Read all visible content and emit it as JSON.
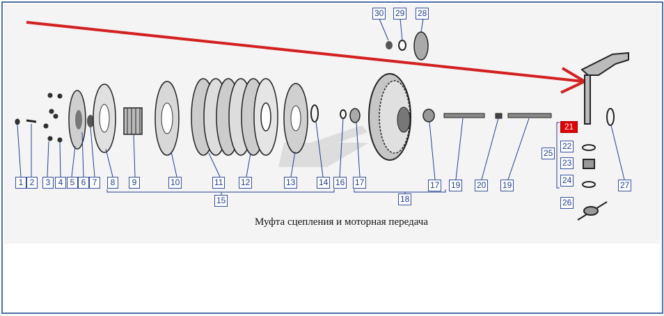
{
  "caption": "Муфта сцепления и моторная передача",
  "colors": {
    "frame": "#4b6fa8",
    "label_border": "#2f4f9f",
    "highlight": "#e00000",
    "arrow": "#d42020",
    "background": "#f4f4f4"
  },
  "active_label": "21",
  "labels": {
    "l1": "1",
    "l2": "2",
    "l3": "3",
    "l4": "4",
    "l5": "5",
    "l6": "6",
    "l7": "7",
    "l8": "8",
    "l9": "9",
    "l10": "10",
    "l11": "11",
    "l12": "12",
    "l13": "13",
    "l14": "14",
    "l15": "15",
    "l16": "16",
    "l17a": "17",
    "l17b": "17",
    "l18": "18",
    "l19a": "19",
    "l19b": "19",
    "l20": "20",
    "l21": "21",
    "l22": "22",
    "l23": "23",
    "l24": "24",
    "l25": "25",
    "l26": "26",
    "l27": "27",
    "l28": "28",
    "l29": "29",
    "l30": "30"
  }
}
